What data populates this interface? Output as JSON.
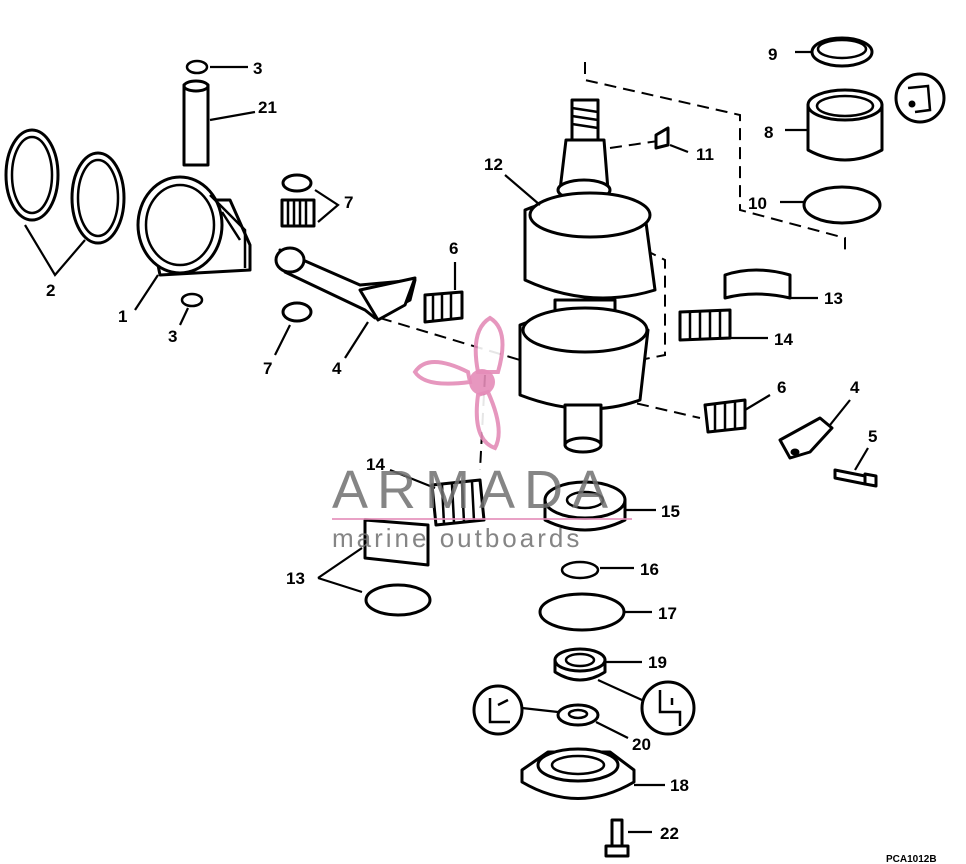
{
  "diagram": {
    "callouts": {
      "c1": "1",
      "c2": "2",
      "c3a": "3",
      "c3b": "3",
      "c4a": "4",
      "c4b": "4",
      "c5": "5",
      "c6a": "6",
      "c6b": "6",
      "c7a": "7",
      "c7b": "7",
      "c8": "8",
      "c9": "9",
      "c10": "10",
      "c11": "11",
      "c12": "12",
      "c13a": "13",
      "c13b": "13",
      "c14a": "14",
      "c14b": "14",
      "c15": "15",
      "c16": "16",
      "c17": "17",
      "c18": "18",
      "c19": "19",
      "c20": "20",
      "c21": "21",
      "c22": "22"
    },
    "figure_code": "PCA1012B"
  },
  "watermark": {
    "title": "ARMADA",
    "subtitle": "marine outboards",
    "accent_color": "#e48cb8",
    "text_color": "#707070"
  }
}
